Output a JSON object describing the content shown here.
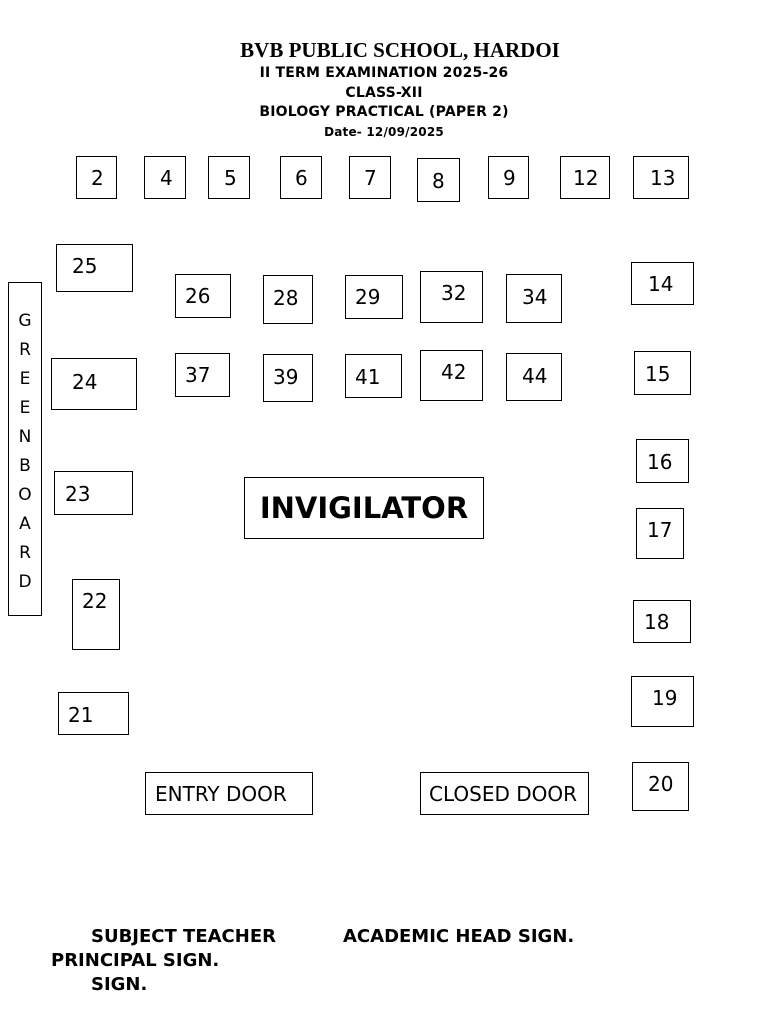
{
  "header": {
    "school": "BVB PUBLIC SCHOOL, HARDOI",
    "exam": "II TERM EXAMINATION 2025-26",
    "class": "CLASS-XII",
    "paper": "BIOLOGY PRACTICAL (PAPER 2)",
    "date": "Date- 12/09/2025"
  },
  "board": {
    "letters": [
      "G",
      "R",
      "E",
      "E",
      "N",
      "B",
      "O",
      "A",
      "R",
      "D"
    ]
  },
  "invigilator": "INVIGILATOR",
  "doors": {
    "entry": "ENTRY DOOR",
    "closed": "CLOSED DOOR"
  },
  "signatures": {
    "subject_teacher": "SUBJECT TEACHER",
    "subject_teacher_cont": "SIGN.",
    "academic_head": "ACADEMIC HEAD SIGN.",
    "principal": "PRINCIPAL SIGN."
  },
  "seats": {
    "s2": "2",
    "s4": "4",
    "s5": "5",
    "s6": "6",
    "s7": "7",
    "s8": "8",
    "s9": "9",
    "s12": "12",
    "s13": "13",
    "s25": "25",
    "s26": "26",
    "s28": "28",
    "s29": "29",
    "s32": "32",
    "s34": "34",
    "s14": "14",
    "s24": "24",
    "s37": "37",
    "s39": "39",
    "s41": "41",
    "s42": "42",
    "s44": "44",
    "s15": "15",
    "s23": "23",
    "s16": "16",
    "s17": "17",
    "s22": "22",
    "s18": "18",
    "s21": "21",
    "s19": "19",
    "s20": "20"
  }
}
